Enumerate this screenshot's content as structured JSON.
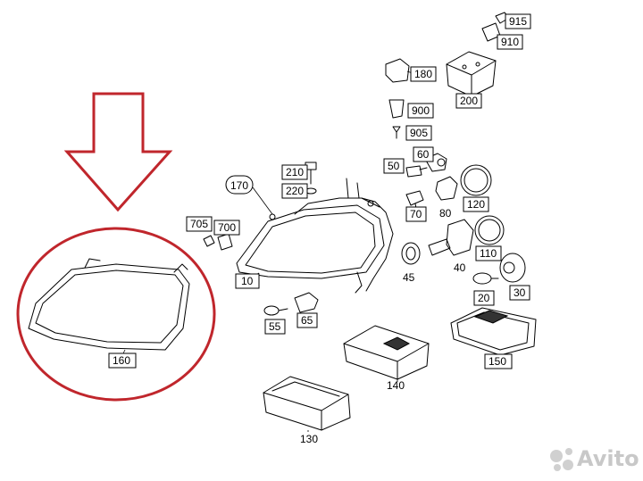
{
  "callouts": {
    "c915": "915",
    "c910": "910",
    "c180": "180",
    "c200": "200",
    "c900": "900",
    "c905": "905",
    "c60": "60",
    "c50": "50",
    "c210": "210",
    "c220": "220",
    "c170": "170",
    "c120": "120",
    "c70": "70",
    "c80": "80",
    "c705": "705",
    "c700": "700",
    "c110": "110",
    "c40": "40",
    "c10": "10",
    "c45": "45",
    "c30": "30",
    "c20": "20",
    "c65": "65",
    "c55": "55",
    "c160": "160",
    "c150": "150",
    "c140": "140",
    "c130": "130"
  },
  "highlight": {
    "color": "#c0262c",
    "target": "160"
  },
  "watermark": {
    "text": "Avito",
    "icon": "avito-dots-icon"
  }
}
